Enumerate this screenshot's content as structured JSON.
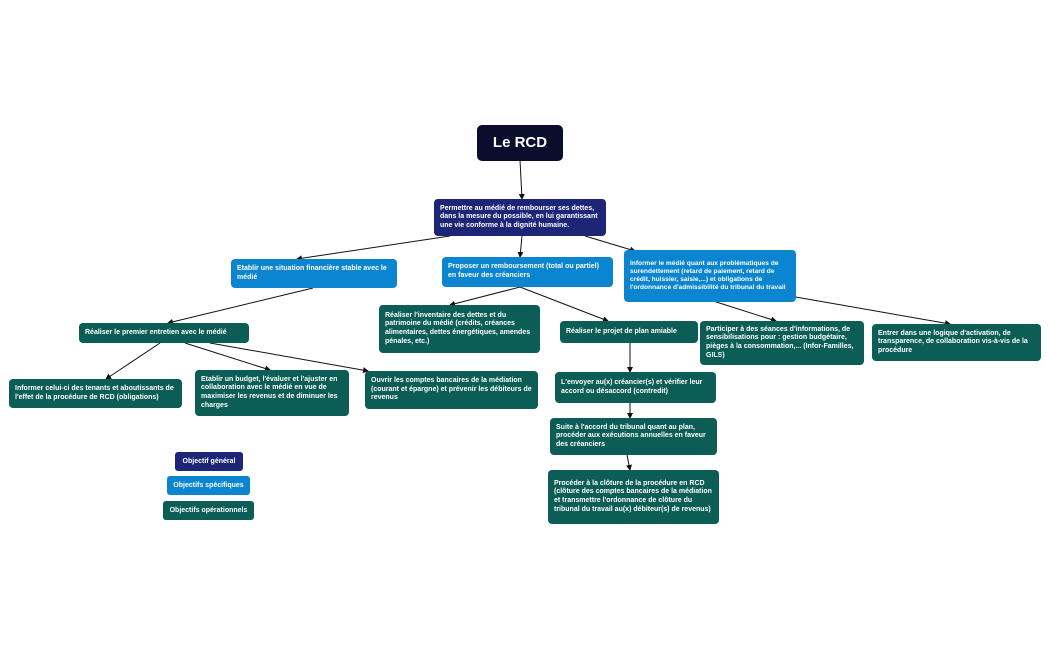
{
  "root": {
    "label": "Le RCD"
  },
  "general": {
    "main": "Permettre au médié de rembourser ses dettes, dans la mesure du possible, en lui garantissant une vie conforme à la dignité humaine."
  },
  "specific": {
    "situation": "Etablir une situation financière stable avec le médié",
    "remboursement": "Proposer un remboursement (total ou partiel) en faveur des créanciers",
    "informer": "Informer le médié quant aux problématiques de surendettement (retard de paiement, retard de crédit, huissier, saisie,...) et obligations de l'ordonnance d'admissibilité du tribunal du travail"
  },
  "operational": {
    "premier_entretien": "Réaliser le premier entretien avec le médié",
    "tenants": "Informer celui-ci des tenants et aboutissants de l'effet de la procédure de RCD (obligations)",
    "budget": "Etablir un budget, l'évaluer et l'ajuster en collaboration avec le médié en vue de maximiser les revenus et de diminuer les charges",
    "comptes": "Ouvrir les comptes bancaires de la médiation (courant et épargne) et prévenir les débiteurs de revenus",
    "inventaire": "Réaliser l'inventaire des dettes et du patrimoine du médié (crédits, créances alimentaires, dettes énergétiques, amendes pénales, etc.)",
    "projet_plan": "Réaliser le projet de plan amiable",
    "envoyer": "L'envoyer au(x) créancier(s) et vérifier leur accord ou désaccord (contredit)",
    "accord_tribunal": "Suite à l'accord du tribunal quant au plan, procéder aux exécutions annuelles en faveur des créanciers",
    "cloture": "Procéder à la clôture de la procédure en RCD (clôture des comptes bancaires de la médiation et transmettre l'ordonnance de clôture du tribunal du travail au(x) débiteur(s) de revenus)",
    "seances": "Participer à des séances d'informations, de sensibilisations pour : gestion budgétaire, pièges à la consommation,... (Infor-Familles, GILS)",
    "activation": "Entrer dans une logique d'activation, de transparence, de collaboration vis-à-vis de la procédure"
  },
  "legend": {
    "general": "Objectif général",
    "specific": "Objectifs spécifiques",
    "operational": "Objectifs opérationnels"
  },
  "colors": {
    "root": "#0b0d2c",
    "general": "#1d2577",
    "specific": "#0b85d0",
    "operational": "#0b5d56",
    "edge": "#111111"
  }
}
